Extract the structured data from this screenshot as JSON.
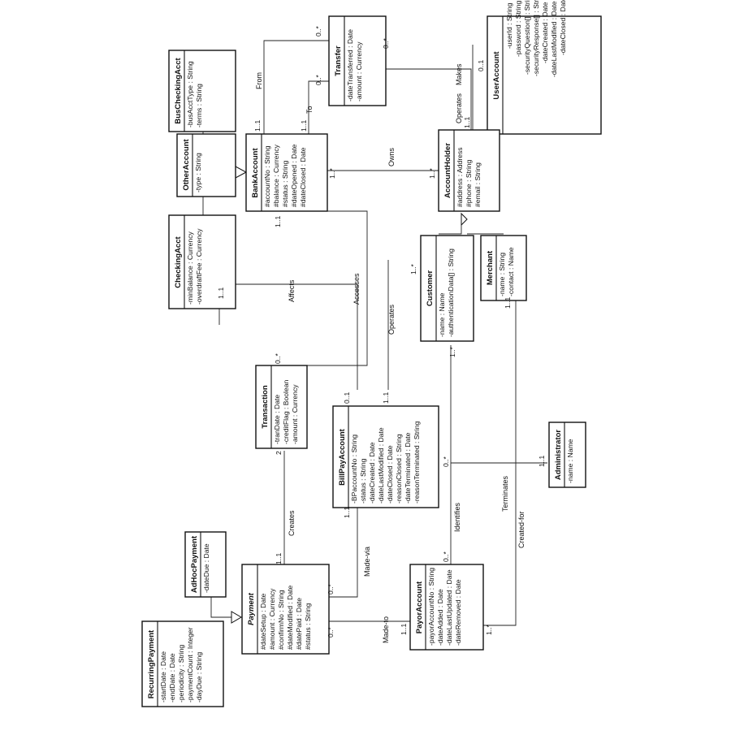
{
  "classes": {
    "UserAccount": {
      "name": "UserAccount",
      "attrs": [
        "-userId : String",
        "-password : String",
        "-securityQuestion[] : String",
        "-securityResponse[] : String",
        "-dateCreated : Date",
        "-dateLastModified : Date",
        "-dateClosed : Date"
      ]
    },
    "Transfer": {
      "name": "Transfer",
      "attrs": [
        "-dateTransferred : Date",
        "-amount : Currency"
      ]
    },
    "BusCheckingAcct": {
      "name": "BusCheckingAcct",
      "attrs": [
        "-busAcctType : String",
        "-terms : String"
      ]
    },
    "OtherAccount": {
      "name": "OtherAccount",
      "attrs": [
        "-type : String"
      ]
    },
    "CheckingAcct": {
      "name": "CheckingAcct",
      "attrs": [
        "-minBalance : Currency",
        "-overdraftFee : Currency"
      ]
    },
    "BankAccount": {
      "name": "BankAccount",
      "attrs": [
        "#accountNo : String",
        "#balance : Currency",
        "#status : String",
        "#dateOpened : Date",
        "#dateClosed : Date"
      ]
    },
    "AccountHolder": {
      "name": "AccountHolder",
      "attrs": [
        "#address : Address",
        "#phone : String",
        "#email : String"
      ]
    },
    "Customer": {
      "name": "Customer",
      "attrs": [
        "-name : Name",
        "-authenticationData[] : String"
      ]
    },
    "Merchant": {
      "name": "Merchant",
      "attrs": [
        "-name : String",
        "-contact : Name"
      ]
    },
    "Transaction": {
      "name": "Transaction",
      "attrs": [
        "-tranDate : Date",
        "-creditFlag : Boolean",
        "-amount : Currency"
      ]
    },
    "BillPayAccount": {
      "name": "BillPayAccount",
      "attrs": [
        "-BPaccountNo : String",
        "-status : String",
        "-dateCreated : Date",
        "-dateLastModified : Date",
        "-dateClosed : Date",
        "-reasonClosed : String",
        "-dateTerminated : Date",
        "-reasonTerminated : String"
      ]
    },
    "Administrator": {
      "name": "Administrator",
      "attrs": [
        "-name : Name"
      ]
    },
    "AdHocPayment": {
      "name": "AdHocPayment",
      "attrs": [
        "-dateDue : Date"
      ]
    },
    "Payment": {
      "name": "Payment",
      "attrs": [
        "#dateSetup : Date",
        "#amount : Currency",
        "#confirmNo : String",
        "#dateModified : Date",
        "#datePaid : Date",
        "#status : String"
      ]
    },
    "PayorAccount": {
      "name": "PayorAccount",
      "attrs": [
        "-payorAccountNo : String",
        "-dateAdded : Date",
        "-dateLastUpdated : Date",
        "-dateRemoved : Date"
      ]
    },
    "RecurringPayment": {
      "name": "RecurringPayment",
      "attrs": [
        "-startDate : Date",
        "-endDate : Date",
        "-periodicity : String",
        "-paymentCount : Integer",
        "-dayDue : String"
      ]
    }
  },
  "associations": {
    "makes": "Makes",
    "operates_ah": "Operates",
    "from": "From",
    "to": "To",
    "owns": "Owns",
    "affects": "Affects",
    "accesses": "Accesses",
    "operates_cust": "Operates",
    "terminates": "Terminates",
    "identifies": "Identifies",
    "created_for": "Created-for",
    "creates": "Creates",
    "made_via": "Made-via",
    "made_to": "Made-to"
  },
  "multiplicities": {
    "transfer_from_end": "0..*",
    "transfer_to_end": "0..*",
    "transfer_makes_end": "0..*",
    "useraccount_end": "0..1",
    "accountholder_operates": "1..1",
    "bankaccount_from": "1..1",
    "bankaccount_to": "1..1",
    "bankaccount_owns": "1..*",
    "accountholder_owns": "1..*",
    "bankaccount_affects": "1..1",
    "checking_affects": "1..1",
    "customer_operates": "1..*",
    "customer_identifies": "1..*",
    "transaction_affects": "0..*",
    "transaction_creates": "2",
    "billpay_accesses": "0..1",
    "billpay_operates": "1..1",
    "billpay_terminates": "0..*",
    "billpay_madevia": "1..1",
    "administrator_end": "1..1",
    "merchant_end": "1..1",
    "payment_creates": "1..1",
    "payment_madevia": "0..*",
    "payment_madeto": "0..*",
    "payor_identifies": "0..*",
    "payor_madeto": "1..1",
    "payor_createdfor": "1..*"
  }
}
